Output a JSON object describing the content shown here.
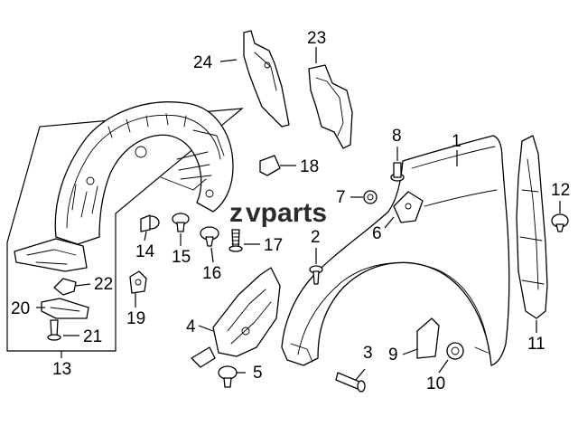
{
  "watermark": {
    "prefix": "z",
    "text": "vparts"
  },
  "callouts": [
    {
      "id": "p1",
      "label": "1"
    },
    {
      "id": "p2",
      "label": "2"
    },
    {
      "id": "p3",
      "label": "3"
    },
    {
      "id": "p4",
      "label": "4"
    },
    {
      "id": "p5",
      "label": "5"
    },
    {
      "id": "p6",
      "label": "6"
    },
    {
      "id": "p7",
      "label": "7"
    },
    {
      "id": "p8",
      "label": "8"
    },
    {
      "id": "p9",
      "label": "9"
    },
    {
      "id": "p10",
      "label": "10"
    },
    {
      "id": "p11",
      "label": "11"
    },
    {
      "id": "p12",
      "label": "12"
    },
    {
      "id": "p13",
      "label": "13"
    },
    {
      "id": "p14",
      "label": "14"
    },
    {
      "id": "p15",
      "label": "15"
    },
    {
      "id": "p16",
      "label": "16"
    },
    {
      "id": "p17",
      "label": "17"
    },
    {
      "id": "p18",
      "label": "18"
    },
    {
      "id": "p19",
      "label": "19"
    },
    {
      "id": "p20",
      "label": "20"
    },
    {
      "id": "p21",
      "label": "21"
    },
    {
      "id": "p22",
      "label": "22"
    },
    {
      "id": "p23",
      "label": "23"
    },
    {
      "id": "p24",
      "label": "24"
    }
  ]
}
